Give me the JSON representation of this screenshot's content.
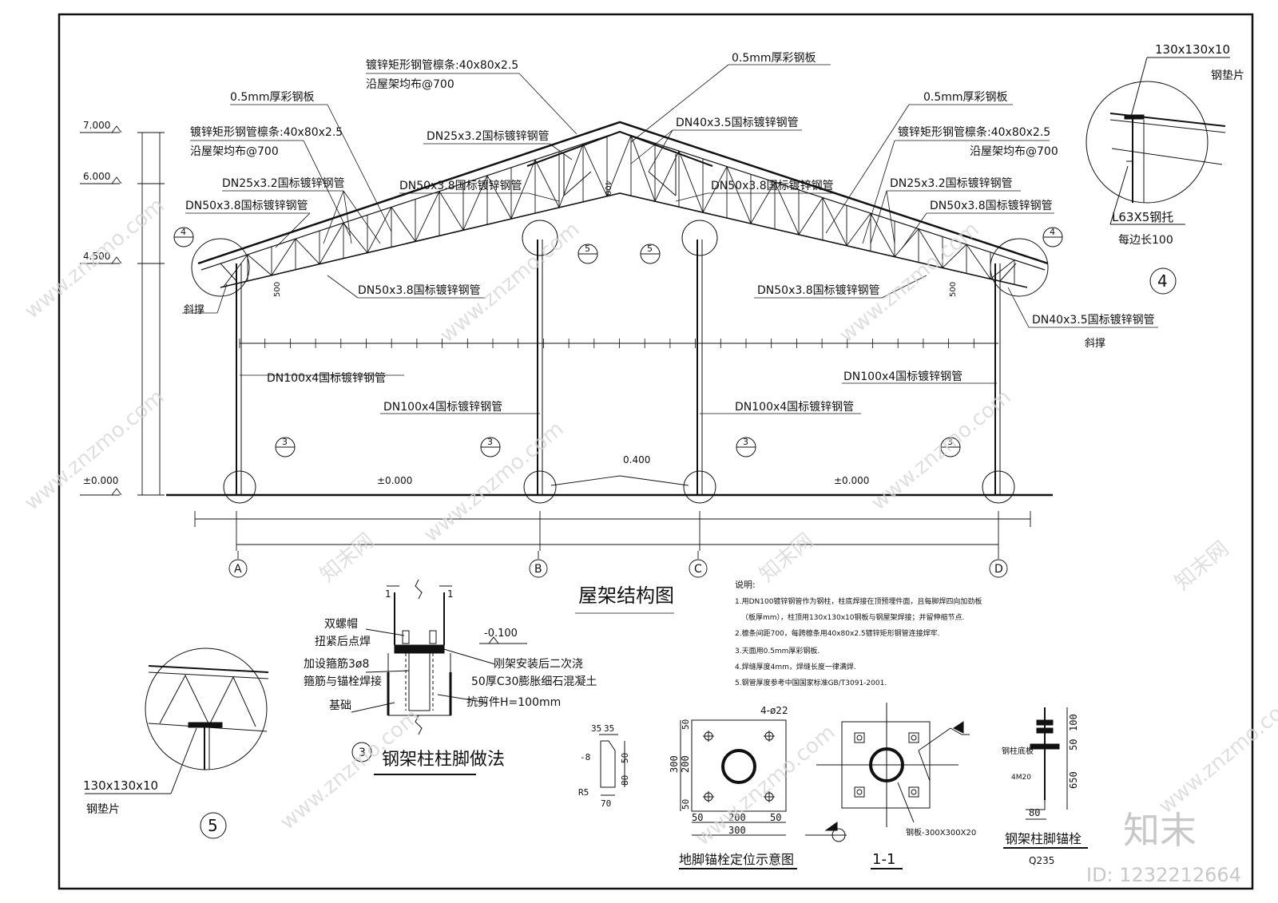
{
  "title": "屋架结构图",
  "roof_labels": {
    "purlin_left": "镀锌矩形钢管檩条:40x80x2.5",
    "purlin_left_sub": "沿屋架均布@700",
    "purlin_center": "镀锌矩形钢管檩条:40x80x2.5",
    "purlin_center_sub": "沿屋架均布@700",
    "purlin_right": "镀锌矩形钢管檩条:40x80x2.5",
    "purlin_right_sub": "沿屋架均布@700",
    "sheet_left": "0.5mm厚彩钢板",
    "sheet_center": "0.5mm厚彩钢板",
    "sheet_right": "0.5mm厚彩钢板",
    "dn25_left": "DN25x3.2国标镀锌钢管",
    "dn25_center": "DN25x3.2国标镀锌钢管",
    "dn25_right": "DN25x3.2国标镀锌钢管",
    "dn40_center": "DN40x3.5国标镀锌钢管",
    "dn40_right": "DN40x3.5国标镀锌钢管",
    "dn50_left_top": "DN50x3.8国标镀锌钢管",
    "dn50_center_left": "DN50x3.8国标镀锌钢管",
    "dn50_center_right": "DN50x3.8国标镀锌钢管",
    "dn50_right_top": "DN50x3.8国标镀锌钢管",
    "dn50_left_bottom": "DN50x3.8国标镀锌钢管",
    "dn50_right_bottom": "DN50x3.8国标镀锌钢管",
    "dn100_left": "DN100x4国标镀锌钢管",
    "dn100_center_left": "DN100x4国标镀锌钢管",
    "dn100_center_right": "DN100x4国标镀锌钢管",
    "dn100_right": "DN100x4国标镀锌钢管",
    "brace_left": "斜撑",
    "brace_right": "斜撑",
    "ridge_height": "400",
    "truss_depth_left": "500",
    "truss_depth_right": "500"
  },
  "elevations": {
    "e7": "7.000",
    "e6": "6.000",
    "e45": "4.500",
    "e0": "±0.000",
    "floor_a": "±0.000",
    "floor_b": "±0.000",
    "floor_mid": "0.400"
  },
  "axes": [
    "A",
    "B",
    "C",
    "D"
  ],
  "detail_refs": {
    "ref4": "4",
    "ref5": "5",
    "ref3": "3"
  },
  "detail4": {
    "plate": "130x130x10",
    "plate_sub": "钢垫片",
    "angle": "L63X5钢托",
    "angle_sub": "每边长100",
    "num": "4"
  },
  "detail5": {
    "plate": "130x130x10",
    "plate_sub": "钢垫片",
    "num": "5"
  },
  "detail3": {
    "title": "钢架柱柱脚做法",
    "num": "3",
    "section": "1",
    "double_nut": "双螺帽",
    "weld": "扭紧后点焊",
    "stirrup": "加设箍筋3ø8",
    "stirrup_sub": "箍筋与锚栓焊接",
    "foundation": "基础",
    "level": "-0.100",
    "grout1": "刚架安装后二次浇",
    "grout2": "50厚C30膨胀细石混凝土",
    "shear": "抗剪件H=100mm"
  },
  "notes": {
    "heading": "说明:",
    "n1": "1.用DN100镀锌钢管作为钢柱，柱底焊接在顶预埋件面，且每脚焊四向加劲板",
    "n1b": "（板厚mm），柱顶用130x130x10钢板与钢屋架焊接；并留伸缩节点.",
    "n2": "2.檩条间距700，每跨檩条用40x80x2.5镀锌矩形钢管连接焊牢.",
    "n3": "3.天面用0.5mm厚彩钢板.",
    "n4": "4.焊缝厚度4mm，焊缝长度一律满焊.",
    "n5": "5.钢管厚度参考中国国家标准GB/T3091-2001."
  },
  "anchor_plan": {
    "title": "地脚锚栓定位示意图",
    "holes": "4-ø22",
    "d300v": "300",
    "d200v": "200",
    "d50a": "50",
    "d50b": "50",
    "d50h1": "50",
    "d200h": "200",
    "d50h2": "50",
    "d300h": "300"
  },
  "section11": {
    "title": "1-1",
    "plate": "钢板-300X300X20"
  },
  "anchor_bolt": {
    "title": "钢架柱脚锚栓",
    "material": "Q235",
    "base": "钢柱底板",
    "bolt": "4M20",
    "d50": "50",
    "d100": "100",
    "d650": "650",
    "d80": "80"
  },
  "stiffener": {
    "d35a": "35",
    "d35b": "35",
    "d8": "-8",
    "d80": "80",
    "d50": "50",
    "r5": "R5",
    "d70": "70"
  },
  "watermark": {
    "site": "www.znzmo.com",
    "brand": "知末网",
    "logo": "知末",
    "id": "ID: 1232212664"
  }
}
